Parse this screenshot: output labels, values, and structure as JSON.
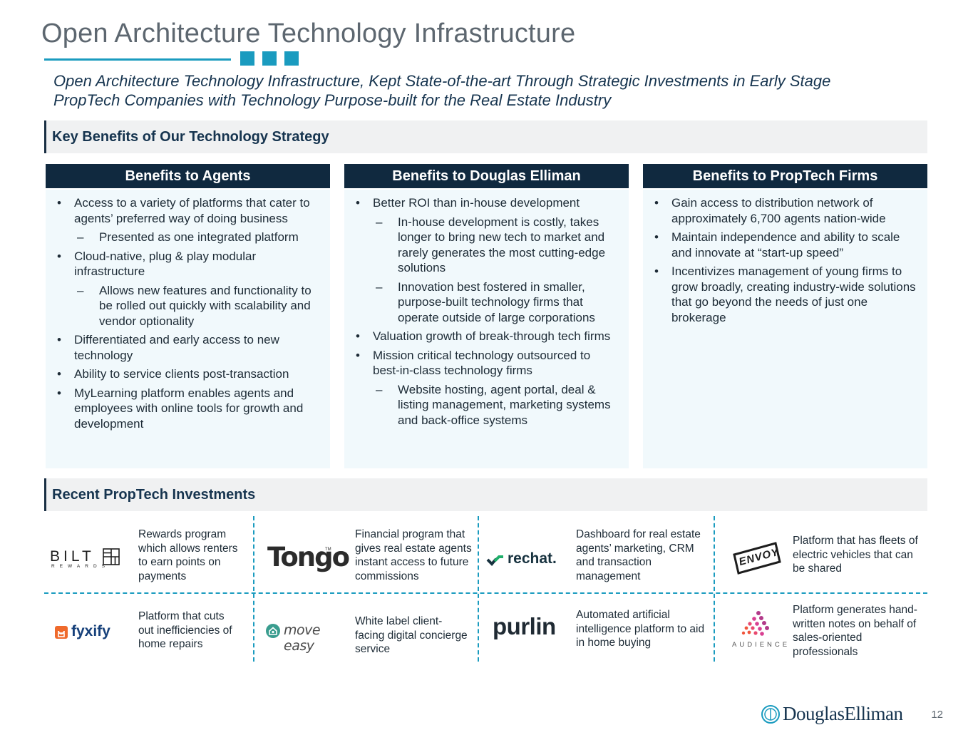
{
  "title": "Open Architecture Technology Infrastructure",
  "subtitle_line1": "Open Architecture Technology Infrastructure, Kept State-of-the-art Through Strategic Investments in Early Stage",
  "subtitle_line2": "PropTech Companies with Technology Purpose-built for the Real Estate Industry",
  "colors": {
    "navy": "#10293f",
    "teal": "#1a9bbf",
    "panel": "#f1f9fc",
    "section": "#f0f1f2"
  },
  "section_benefits": "Key Benefits of Our Technology Strategy",
  "section_investments": "Recent PropTech Investments",
  "columns": [
    {
      "header": "Benefits to Agents",
      "items": [
        {
          "text": "Access to a variety of platforms that cater to agents’ preferred way of doing business",
          "level": 1
        },
        {
          "text": "Presented as one integrated platform",
          "level": 2
        },
        {
          "text": "Cloud-native, plug & play modular infrastructure",
          "level": 1
        },
        {
          "text": "Allows new features and functionality to be rolled out quickly with scalability and vendor optionality",
          "level": 2
        },
        {
          "text": "Differentiated and early access to new technology",
          "level": 1
        },
        {
          "text": "Ability to service clients post-transaction",
          "level": 1
        },
        {
          "text": "MyLearning platform enables agents and employees with online tools for growth and development",
          "level": 1
        }
      ]
    },
    {
      "header": "Benefits to Douglas Elliman",
      "items": [
        {
          "text": "Better ROI than in-house development",
          "level": 1
        },
        {
          "text": "In-house development is costly, takes longer to bring new tech to market and rarely generates the most cutting-edge solutions",
          "level": 2
        },
        {
          "text": "Innovation best fostered in smaller, purpose-built technology firms that operate outside of large corporations",
          "level": 2
        },
        {
          "text": "Valuation growth of break-through tech firms",
          "level": 1
        },
        {
          "text": "Mission critical technology outsourced to best-in-class technology firms",
          "level": 1
        },
        {
          "text": "Website hosting, agent portal, deal & listing management, marketing systems and back-office systems",
          "level": 2
        }
      ]
    },
    {
      "header": "Benefits to PropTech Firms",
      "items": [
        {
          "text": "Gain access to distribution network of approximately 6,700 agents nation-wide",
          "level": 1
        },
        {
          "text": "Maintain independence and ability to scale and innovate at “start-up speed”",
          "level": 1
        },
        {
          "text": "Incentivizes management of young firms to grow broadly, creating industry-wide solutions that go beyond the needs of just one brokerage",
          "level": 1
        }
      ]
    }
  ],
  "investments": [
    {
      "logo": "BILT",
      "logo_sub": "REWARDS",
      "icon": "bilt-grid-icon",
      "desc": "Rewards program which allows renters to earn points on payments"
    },
    {
      "logo": "Tongo",
      "logo_sub": "TM",
      "icon": "",
      "desc": "Financial program that gives real estate agents instant access to future commissions"
    },
    {
      "logo": "rechat.",
      "logo_sub": "",
      "icon": "rechat-check-icon",
      "desc": "Dashboard for real estate agents’ marketing, CRM and transaction management"
    },
    {
      "logo": "ENVOY",
      "logo_sub": "",
      "icon": "envoy-frame-icon",
      "desc": "Platform that has fleets of electric vehicles that can be shared"
    },
    {
      "logo": "fyxify",
      "logo_sub": "",
      "icon": "fyxify-box-icon",
      "desc": "Platform that cuts out inefficiencies of home repairs"
    },
    {
      "logo": "move easy",
      "logo_sub": "",
      "icon": "house-circle-icon",
      "desc": "White label client-facing digital concierge service"
    },
    {
      "logo": "purlin",
      "logo_sub": "",
      "icon": "",
      "desc": "Automated artificial intelligence platform to aid in home buying"
    },
    {
      "logo": "AUDIENCE",
      "logo_sub": "",
      "icon": "audience-dots-icon",
      "desc": "Platform generates hand-written notes on behalf of sales-oriented professionals"
    }
  ],
  "footer": {
    "brand": "DouglasElliman",
    "page": "12"
  }
}
